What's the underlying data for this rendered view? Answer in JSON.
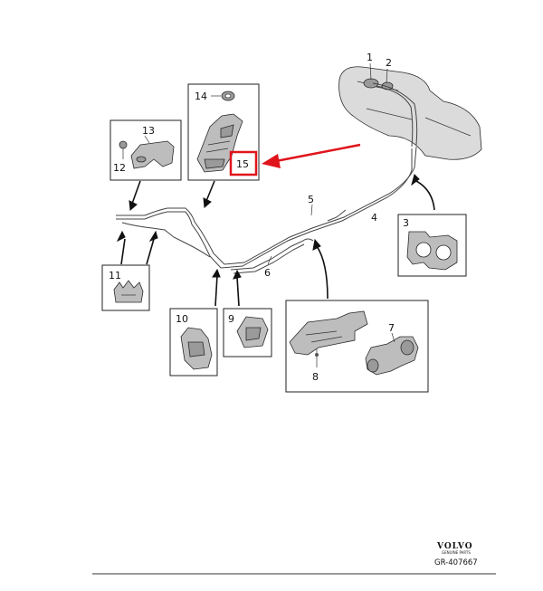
{
  "labels": {
    "n1": "1",
    "n2": "2",
    "n3": "3",
    "n4": "4",
    "n5": "5",
    "n6": "6",
    "n7": "7",
    "n8": "8",
    "n9": "9",
    "n10": "10",
    "n11": "11",
    "n12": "12",
    "n13": "13",
    "n14": "14",
    "n15": "15"
  },
  "logo": {
    "brand": "VOLVO",
    "sub": "GENUINE PARTS"
  },
  "reference": "GR-407667",
  "colors": {
    "highlight": "#e0141b",
    "line": "#222222",
    "part_fill": "#bdbdbd"
  }
}
